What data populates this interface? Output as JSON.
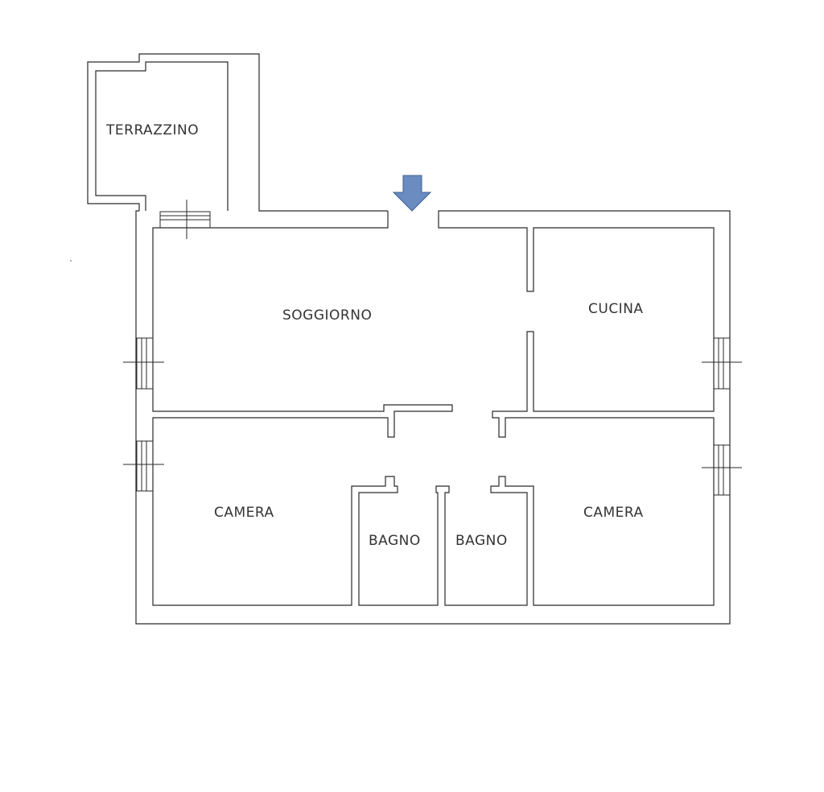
{
  "rooms": {
    "terrazzino": "TERRAZZINO",
    "soggiorno": "SOGGIORNO",
    "cucina": "CUCINA",
    "camera_left": "CAMERA",
    "camera_right": "CAMERA",
    "bagno_left": "BAGNO",
    "bagno_right": "BAGNO"
  },
  "colors": {
    "entrance_arrow": "#6b8cc0",
    "entrance_arrow_outline": "#3f5f8f",
    "wall": "#2a2a2a",
    "label": "#333333"
  },
  "icons": {
    "entrance": "down-arrow-icon",
    "window": "window-icon"
  }
}
